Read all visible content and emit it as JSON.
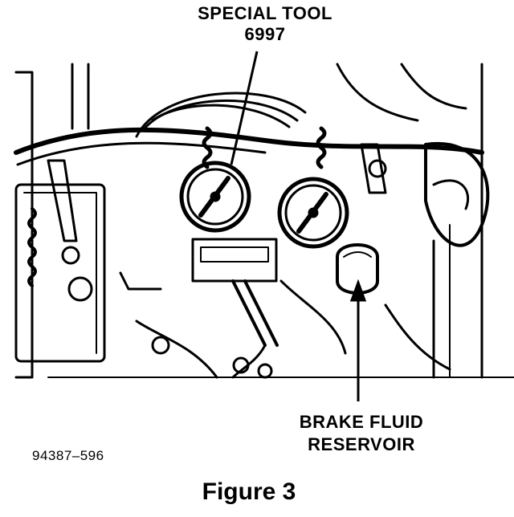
{
  "callouts": {
    "special_tool": {
      "line1": "SPECIAL TOOL",
      "line2": "6997"
    },
    "brake_fluid_reservoir": {
      "line1": "BRAKE FLUID",
      "line2": "RESERVOIR"
    }
  },
  "figure": {
    "code": "94387–596",
    "caption": "Figure 3"
  }
}
